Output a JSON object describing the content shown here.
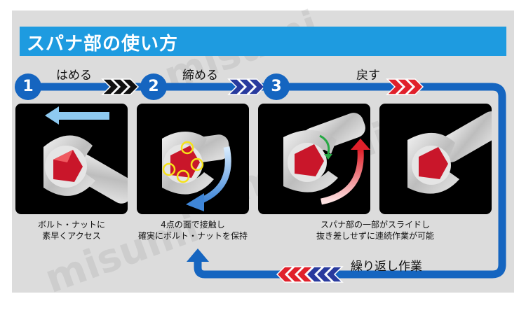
{
  "title": "スパナ部の使い方",
  "steps": [
    {
      "number": "1",
      "label": "はめる"
    },
    {
      "number": "2",
      "label": "締める"
    },
    {
      "number": "3",
      "label": "戻す"
    }
  ],
  "captions": {
    "panel1": [
      "ボルト・ナットに",
      "素早くアクセス"
    ],
    "panel2": [
      "4点の面で接触し",
      "確実にボルト・ナットを保持"
    ],
    "panel3": [
      "スパナ部の一部がスライドし",
      "抜き差しせずに連続作業が可能"
    ]
  },
  "repeat_label": "繰り返し作業",
  "watermark": "misumi",
  "colors": {
    "title_bar": "#1e9be0",
    "flow_blue": "#1565c0",
    "chevron_black": "#111111",
    "chevron_navy": "#283a9e",
    "chevron_red": "#e0202a",
    "highlight_yellow": "#f5e21a"
  }
}
